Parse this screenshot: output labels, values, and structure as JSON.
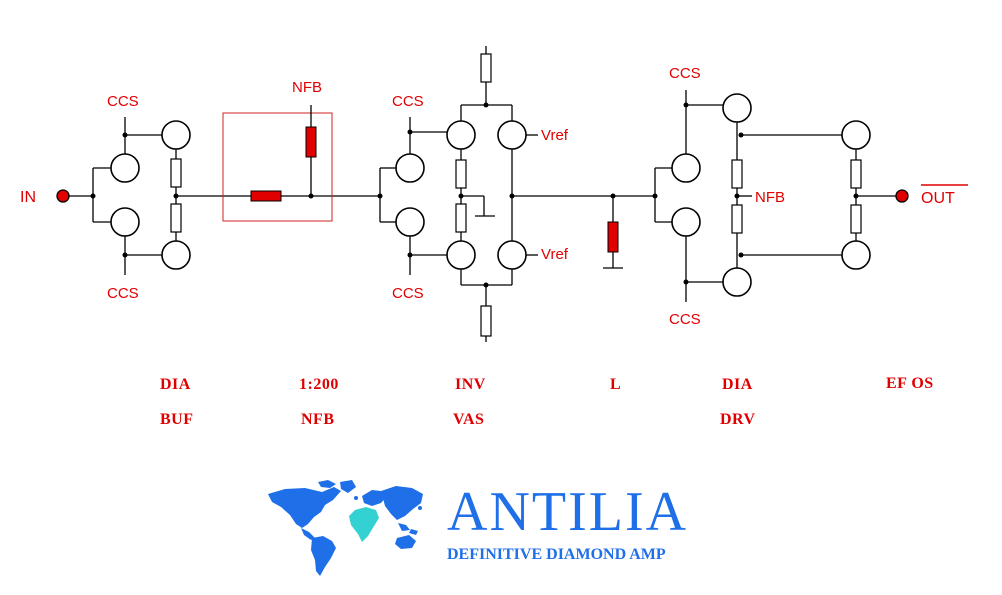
{
  "labels": {
    "input": "IN",
    "output": "OUT",
    "ccs": "CCS",
    "nfb": "NFB",
    "vref": "Vref"
  },
  "stages": [
    {
      "line1": "DIA",
      "line2": "BUF"
    },
    {
      "line1": "1:200",
      "line2": "NFB"
    },
    {
      "line1": "INV",
      "line2": "VAS"
    },
    {
      "line1": "L",
      "line2": ""
    },
    {
      "line1": "DIA",
      "line2": "DRV"
    },
    {
      "line1": "EF OS",
      "line2": ""
    }
  ],
  "brand": {
    "name": "ANTILIA",
    "tagline": "DEFINITIVE DIAMOND AMP",
    "logo_icon": "world-map-icon"
  },
  "colors": {
    "annotation": "#e00000",
    "brand": "#1f6fe8",
    "highlight": "#33d1d1",
    "wire": "#000000"
  }
}
